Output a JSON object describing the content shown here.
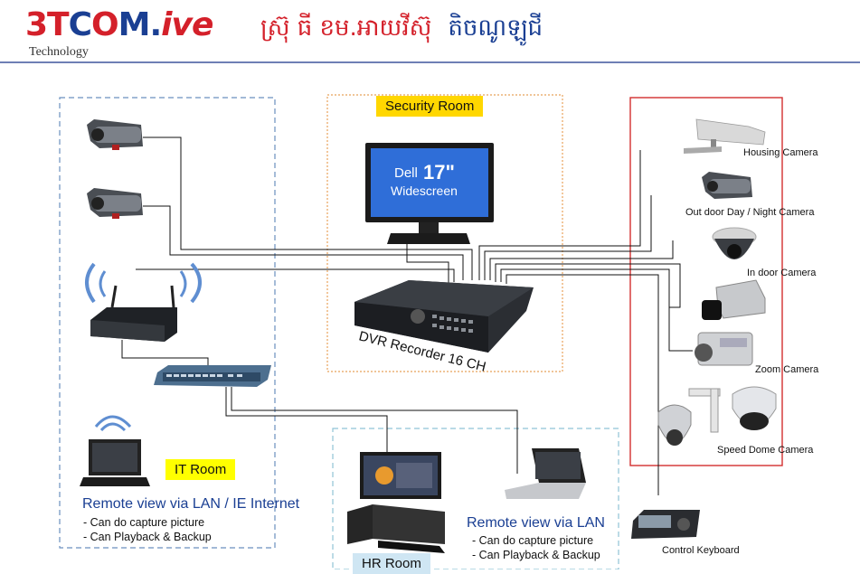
{
  "header": {
    "logo_prefix": "3T",
    "logo_o": "C",
    "logo_o2": "O",
    "logo_m": "M.",
    "logo_suffix": "ive",
    "logo_sub": "Technology",
    "title_khmer": "ស្រ៊ុ ធី ខម.អាយវីស៊ុ",
    "title_khmer2": "តិចណូឡូជី"
  },
  "rooms": {
    "security": "Security Room",
    "it": "IT Room",
    "hr": "HR Room"
  },
  "monitor": {
    "line1": "Dell",
    "size": "17\"",
    "line2": "Widescreen"
  },
  "dvr": {
    "label": "DVR Recorder 16 CH"
  },
  "cameras": [
    "Housing Camera",
    "Out door Day / Night Camera",
    "In door Camera",
    "Zoom Camera",
    "Speed Dome Camera"
  ],
  "keyboard": "Control Keyboard",
  "it_remote": {
    "title": "Remote view via LAN / IE Internet",
    "items": [
      "- Can do capture picture",
      "- Can Playback & Backup"
    ]
  },
  "hr_remote": {
    "title": "Remote view via LAN",
    "items": [
      "- Can do capture picture",
      "- Can Playback & Backup"
    ]
  },
  "colors": {
    "brand_red": "#d4202a",
    "brand_blue": "#1a3f93",
    "tag_yellow": "#ffd700",
    "security_box": "#e8a25a",
    "camera_box": "#d32f2f",
    "it_box": "#6a8fbf",
    "hr_tag": "#cfe6f3"
  }
}
